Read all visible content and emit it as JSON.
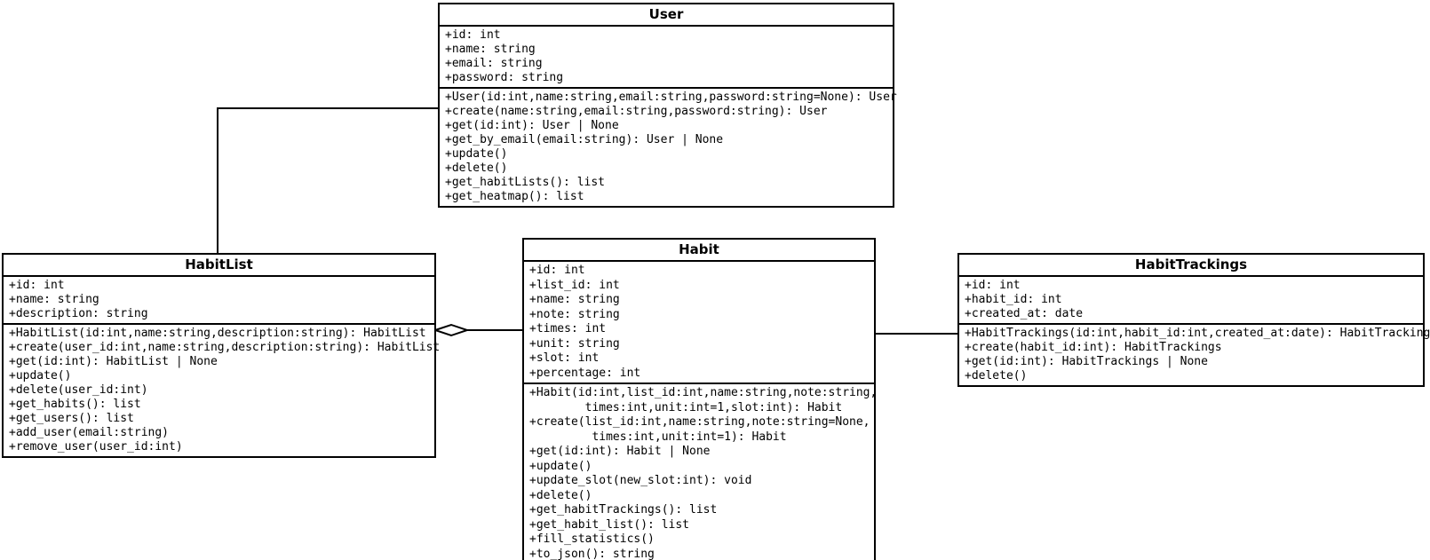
{
  "diagram": {
    "type": "uml-class-diagram",
    "colors": {
      "background": "#ffffff",
      "border": "#000000",
      "text": "#000000"
    },
    "classes": {
      "user": {
        "title": "User",
        "attributes": [
          "+id: int",
          "+name: string",
          "+email: string",
          "+password: string"
        ],
        "methods": [
          "+User(id:int,name:string,email:string,password:string=None): User",
          "+create(name:string,email:string,password:string): User",
          "+get(id:int): User | None",
          "+get_by_email(email:string): User | None",
          "+update()",
          "+delete()",
          "+get_habitLists(): list",
          "+get_heatmap(): list"
        ]
      },
      "habitlist": {
        "title": "HabitList",
        "attributes": [
          "+id: int",
          "+name: string",
          "+description: string"
        ],
        "methods": [
          "+HabitList(id:int,name:string,description:string): HabitList",
          "+create(user_id:int,name:string,description:string): HabitList",
          "+get(id:int): HabitList | None",
          "+update()",
          "+delete(user_id:int)",
          "+get_habits(): list",
          "+get_users(): list",
          "+add_user(email:string)",
          "+remove_user(user_id:int)"
        ]
      },
      "habit": {
        "title": "Habit",
        "attributes": [
          "+id: int",
          "+list_id: int",
          "+name: string",
          "+note: string",
          "+times: int",
          "+unit: string",
          "+slot: int",
          "+percentage: int"
        ],
        "methods": [
          "+Habit(id:int,list_id:int,name:string,note:string,",
          "        times:int,unit:int=1,slot:int): Habit",
          "+create(list_id:int,name:string,note:string=None,",
          "         times:int,unit:int=1): Habit",
          "+get(id:int): Habit | None",
          "+update()",
          "+update_slot(new_slot:int): void",
          "+delete()",
          "+get_habitTrackings(): list",
          "+get_habit_list(): list",
          "+fill_statistics()",
          "+to_json(): string"
        ]
      },
      "habittrackings": {
        "title": "HabitTrackings",
        "attributes": [
          "+id: int",
          "+habit_id: int",
          "+created_at: date"
        ],
        "methods": [
          "+HabitTrackings(id:int,habit_id:int,created_at:date): HabitTrackings",
          "+create(habit_id:int): HabitTrackings",
          "+get(id:int): HabitTrackings | None",
          "+delete()"
        ]
      }
    },
    "relationships": [
      {
        "from": "User",
        "to": "HabitList",
        "type": "association"
      },
      {
        "from": "HabitList",
        "to": "Habit",
        "type": "aggregation",
        "diamond_at": "HabitList"
      },
      {
        "from": "Habit",
        "to": "HabitTrackings",
        "type": "association"
      }
    ]
  }
}
